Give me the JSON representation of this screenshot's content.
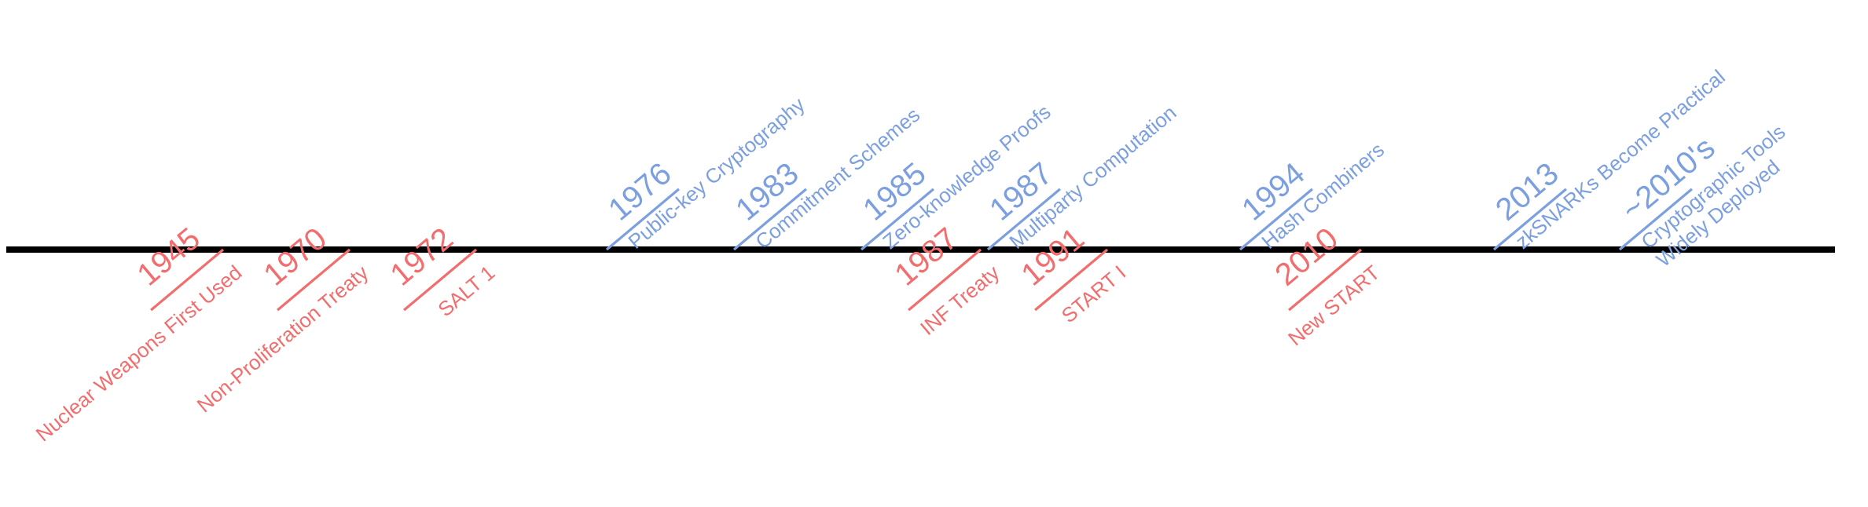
{
  "colors": {
    "axis": "#000000",
    "top": "#7b9fdf",
    "bottom": "#f26d6d"
  },
  "events_top": [
    {
      "year": "1976",
      "label": [
        "Public-key Cryptography"
      ]
    },
    {
      "year": "1983",
      "label": [
        "Commitment Schemes"
      ]
    },
    {
      "year": "1985",
      "label": [
        "Zero-knowledge Proofs"
      ]
    },
    {
      "year": "1987",
      "label": [
        "Multiparty Computation"
      ]
    },
    {
      "year": "1994",
      "label": [
        "Hash Combiners"
      ]
    },
    {
      "year": "2013",
      "label": [
        "zkSNARKs Become Practical"
      ]
    },
    {
      "year": "~2010's",
      "label": [
        "Cryptographic Tools",
        "Widely Deployed"
      ]
    }
  ],
  "events_bottom": [
    {
      "year": "1945",
      "label": [
        "Nuclear Weapons First Used"
      ]
    },
    {
      "year": "1970",
      "label": [
        "Non-Proliferation Treaty"
      ]
    },
    {
      "year": "1972",
      "label": [
        "SALT 1"
      ]
    },
    {
      "year": "1987",
      "label": [
        "INF Treaty"
      ]
    },
    {
      "year": "1991",
      "label": [
        "START I"
      ]
    },
    {
      "year": "2010",
      "label": [
        "New START"
      ]
    }
  ]
}
